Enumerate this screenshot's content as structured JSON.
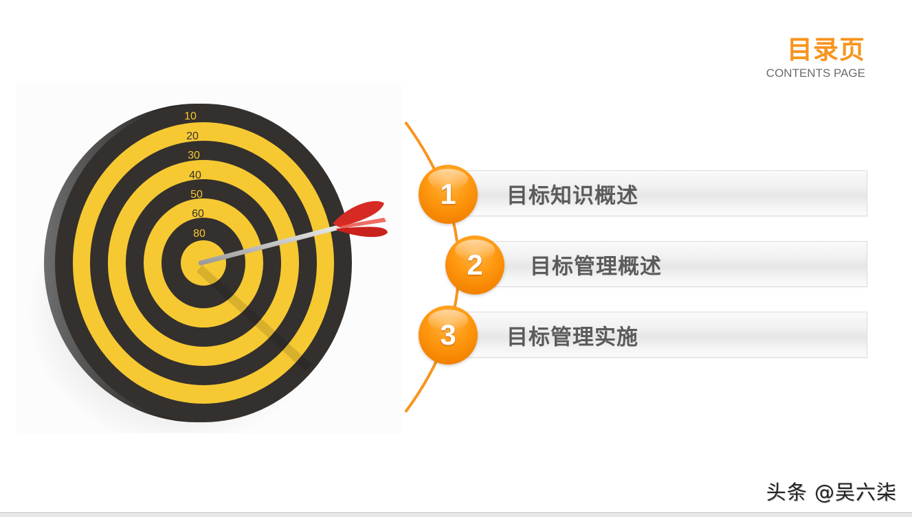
{
  "header": {
    "title": "目录页",
    "subtitle": "CONTENTS PAGE"
  },
  "colors": {
    "accent": "#f7941d",
    "ball": "#ff9a12",
    "target_yellow": "#f6c933",
    "target_dark": "#34302d",
    "dart_fletch": "#d62a24",
    "label_text": "#5b5b5b"
  },
  "target": {
    "ring_labels": [
      "10",
      "20",
      "30",
      "40",
      "50",
      "60",
      "80"
    ]
  },
  "contents": {
    "items": [
      {
        "number": "1",
        "label": "目标知识概述"
      },
      {
        "number": "2",
        "label": "目标管理概述"
      },
      {
        "number": "3",
        "label": "目标管理实施"
      }
    ]
  },
  "watermark": "头条 @吴六柒"
}
